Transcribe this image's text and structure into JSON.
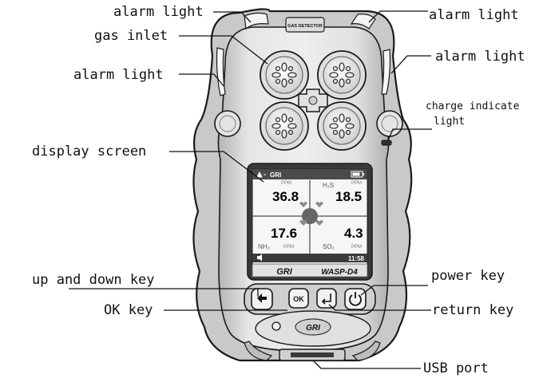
{
  "labels": {
    "alarm_top_left": "alarm light",
    "alarm_top_right": "alarm light",
    "gas_inlet": "gas inlet",
    "alarm_left": "alarm light",
    "alarm_right": "alarm light",
    "charge_line1": "charge indicate",
    "charge_line2": "light",
    "display_screen": "display screen",
    "up_down_key": "up and down key",
    "power_key": "power key",
    "ok_key": "OK key",
    "return_key": "return key",
    "usb_port": "USB port"
  },
  "device": {
    "top_badge": "GAS DETECTOR",
    "brand": "GRI",
    "model": "WASP-D4",
    "ok_key_text": "OK",
    "screen": {
      "status_brand": "GRI",
      "time": "11:58",
      "readings": [
        {
          "gas": "",
          "unit": "PPM",
          "value": "36.8"
        },
        {
          "gas": "H₂S",
          "unit": "PPM",
          "value": "18.5"
        },
        {
          "gas": "NH₃",
          "unit": "PPM",
          "value": "17.6"
        },
        {
          "gas": "SO₂",
          "unit": "PPM",
          "value": "4.3"
        }
      ]
    }
  },
  "colors": {
    "body": "#d9d9d9",
    "body_dark": "#9a9a9a",
    "outline": "#1a1a1a",
    "screen_bar": "#3c3c3c"
  }
}
